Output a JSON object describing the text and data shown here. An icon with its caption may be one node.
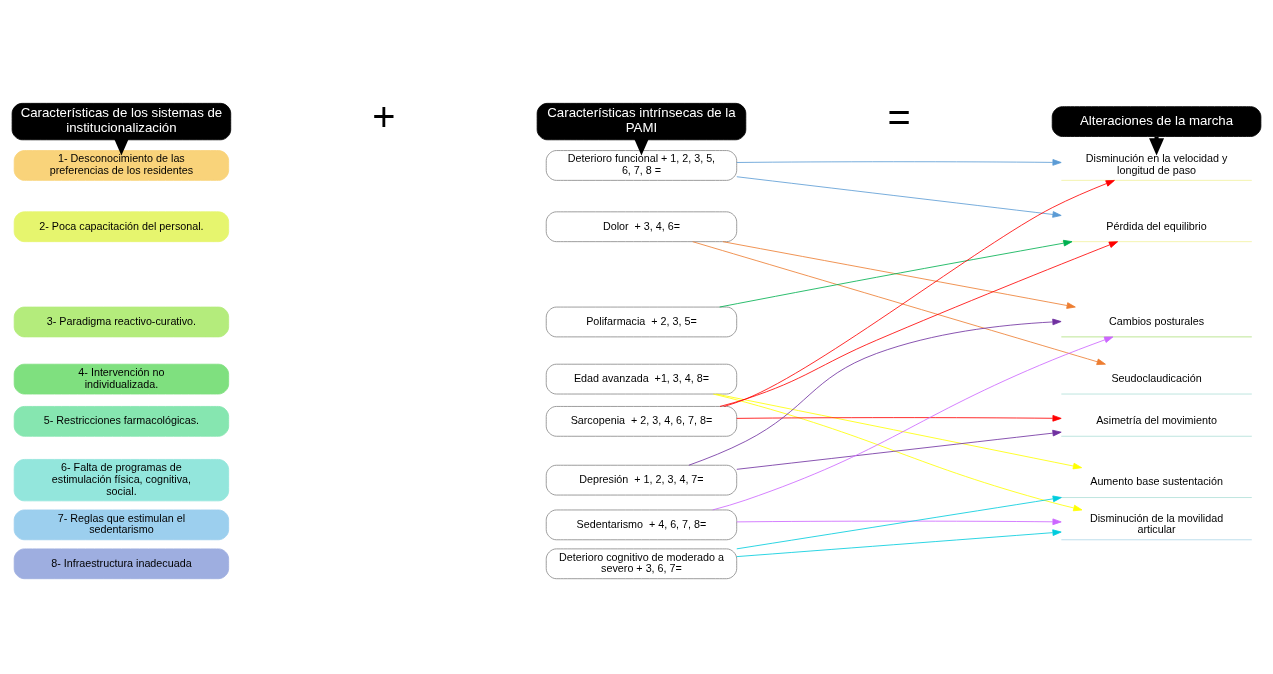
{
  "diagram": {
    "nodes": [
      {
        "text": [
          "Características de los sistemas de institucionalización"
        ]
      },
      {
        "text": [
          "Características intrínsecas de la PAMI"
        ]
      },
      {
        "text": [
          "Alteraciones de la marcha"
        ]
      },
      {
        "text": [
          "1- Desconocimiento de las preferencias de los residentes"
        ]
      },
      {
        "text": [
          "2- Poca capacitación del personal."
        ]
      },
      {
        "text": [
          "3- Paradigma reactivo-curativo."
        ]
      },
      {
        "text": [
          "4- Intervención no individualizada."
        ]
      },
      {
        "text": [
          "5- Restricciones farmacológicas."
        ]
      },
      {
        "text": [
          "6- Falta de programas de estimulación física, cognitiva, social."
        ]
      },
      {
        "text": [
          "7- Reglas que estimulan el sedentarismo"
        ]
      },
      {
        "text": [
          "8- Infraestructura inadecuada"
        ]
      },
      {
        "text": [
          "Deterioro funcional + 1, 2, 3, 5, 6, 7, 8 ="
        ]
      },
      {
        "text": [
          "Dolor  + 3, 4, 6="
        ]
      },
      {
        "text": [
          "Polifarmacia  + 2, 3, 5="
        ]
      },
      {
        "text": [
          "Edad avanzada  +1, 3, 4, 8="
        ]
      },
      {
        "text": [
          "Sarcopenia  + 2, 3, 4, 6, 7, 8="
        ]
      },
      {
        "text": [
          "Depresión  + 1, 2, 3, 4, 7="
        ]
      },
      {
        "text": [
          "Sedentarismo  + 4, 6, 7, 8="
        ]
      },
      {
        "text": [
          "Deterioro cognitivo de moderado a severo + 3, 6, 7="
        ]
      },
      {
        "text": [
          "Disminución en la velocidad y longitud de paso"
        ]
      },
      {
        "text": [
          "Pérdida del equilibrio"
        ]
      },
      {
        "text": [
          "Cambios posturales"
        ]
      },
      {
        "text": [
          "Seudoclaudicación"
        ]
      },
      {
        "text": [
          "Asimetría del movimiento"
        ]
      },
      {
        "text": [
          "Aumento base sustentación"
        ]
      },
      {
        "text": [
          "Disminución de la movilidad articular"
        ]
      }
    ],
    "edges": [
      {
        "from": 0,
        "to": 3,
        "arrow": "to",
        "style": "thick",
        "color": "#000000"
      },
      {
        "from": 1,
        "to": 11,
        "arrow": "to",
        "style": "thick",
        "color": "#000000"
      },
      {
        "from": 2,
        "to": 19,
        "arrow": "to",
        "style": "thick",
        "color": "#000000"
      },
      {
        "from": 11,
        "to": 19,
        "arrow": "to",
        "color": "#5b9bd5"
      },
      {
        "from": 11,
        "to": 20,
        "arrow": "to",
        "color": "#5b9bd5"
      },
      {
        "from": 12,
        "to": 21,
        "arrow": "to",
        "color": "#ed7d31"
      },
      {
        "from": 12,
        "to": 22,
        "arrow": "to",
        "color": "#ed7d31"
      },
      {
        "from": 13,
        "to": 20,
        "arrow": "to",
        "color": "#00b050"
      },
      {
        "from": 14,
        "to": 24,
        "arrow": "to",
        "color": "#ffff00"
      },
      {
        "from": 14,
        "to": 25,
        "arrow": "to",
        "color": "#ffff00"
      },
      {
        "from": 15,
        "to": 19,
        "arrow": "to",
        "color": "#ff0000"
      },
      {
        "from": 15,
        "to": 20,
        "arrow": "to",
        "color": "#ff0000"
      },
      {
        "from": 15,
        "to": 23,
        "arrow": "to",
        "color": "#ff0000"
      },
      {
        "from": 16,
        "to": 21,
        "arrow": "to",
        "color": "#7030a0"
      },
      {
        "from": 16,
        "to": 23,
        "arrow": "to",
        "color": "#7030a0"
      },
      {
        "from": 17,
        "to": 21,
        "arrow": "to",
        "color": "#cc66ff"
      },
      {
        "from": 17,
        "to": 25,
        "arrow": "to",
        "color": "#cc66ff"
      },
      {
        "from": 18,
        "to": 24,
        "arrow": "to",
        "color": "#00ccdd"
      },
      {
        "from": 18,
        "to": 25,
        "arrow": "to",
        "color": "#00ccdd"
      }
    ],
    "labels": [
      "+",
      "="
    ]
  }
}
